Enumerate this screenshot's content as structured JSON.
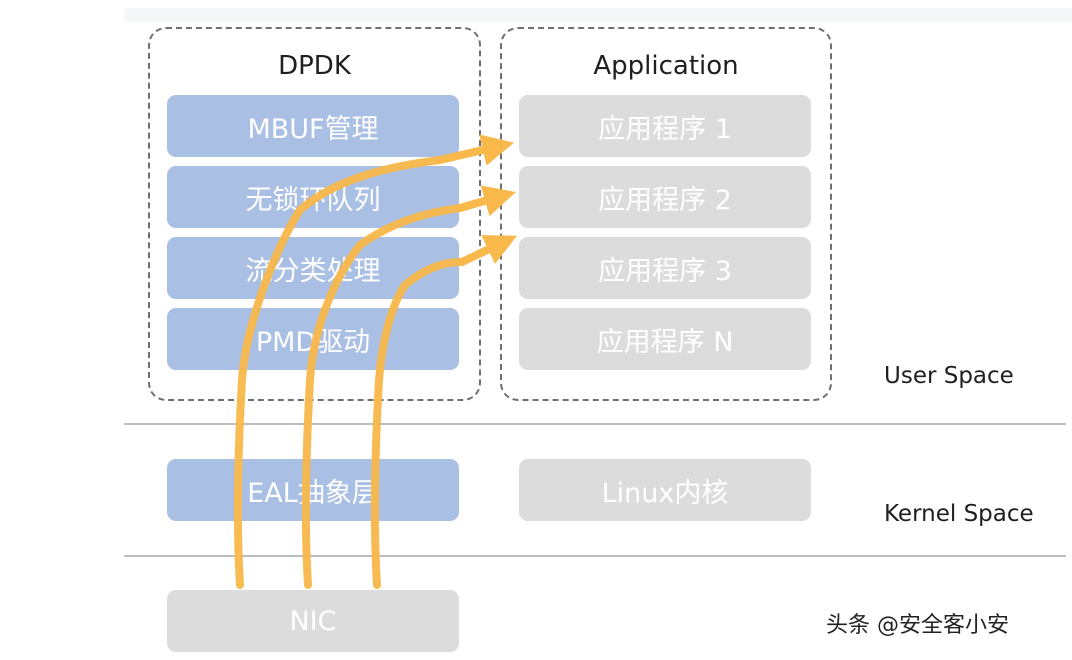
{
  "dpdk": {
    "title": "DPDK",
    "blocks": [
      "MBUF管理",
      "无锁环队列",
      "流分类处理",
      "PMD驱动"
    ]
  },
  "application": {
    "title": "Application",
    "blocks": [
      "应用程序 1",
      "应用程序 2",
      "应用程序 3",
      "应用程序 N"
    ]
  },
  "kernel": {
    "eal": "EAL抽象层",
    "linux": "Linux内核"
  },
  "nic": "NIC",
  "spaces": {
    "user": "User Space",
    "kernel": "Kernel Space"
  },
  "watermark": "头条 @安全客小安",
  "colors": {
    "dpdk_block": "#a9bfe3",
    "app_block": "#dcdcdc",
    "flow": "#f8b84a"
  }
}
